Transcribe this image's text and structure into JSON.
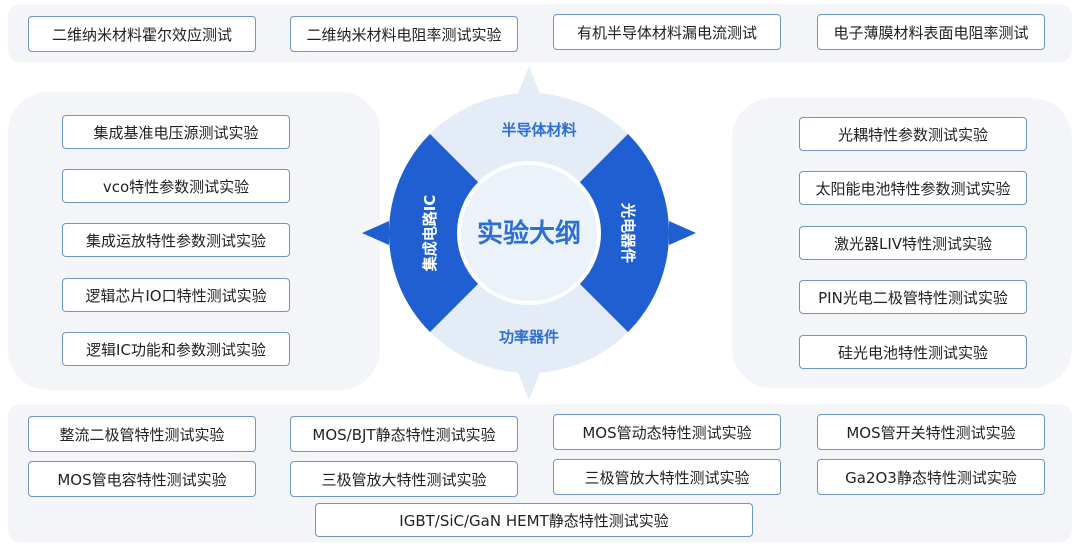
{
  "center": "实验大纲",
  "segments": {
    "top": "半导体材料",
    "bottom": "功率器件",
    "left": "集成电路IC",
    "right": "光电器件"
  },
  "materials": [
    "二维纳米材料霍尔效应测试",
    "二维纳米材料电阻率测试实验",
    "有机半导体材料漏电流测试",
    "电子薄膜材料表面电阻率测试"
  ],
  "ic": [
    "集成基准电压源测试实验",
    "vco特性参数测试实验",
    "集成运放特性参数测试实验",
    "逻辑芯片IO口特性测试实验",
    "逻辑IC功能和参数测试实验"
  ],
  "optoelectronic": [
    "光耦特性参数测试实验",
    "太阳能电池特性参数测试实验",
    "激光器LIV特性测试实验",
    "PIN光电二极管特性测试实验",
    "硅光电池特性测试实验"
  ],
  "power": [
    "整流二极管特性测试实验",
    "MOS/BJT静态特性测试实验",
    "MOS管动态特性测试实验",
    "MOS管开关特性测试实验",
    "MOS管电容特性测试实验",
    "三极管放大特性测试实验",
    "三极管放大特性测试实验",
    "Ga2O3静态特性测试实验",
    "IGBT/SiC/GaN HEMT静态特性测试实验"
  ],
  "colors": {
    "accent": "#1f5fd1",
    "accent_text": "#2d6fd3",
    "ring_light": "#e4ecf7",
    "box_border": "#6e95c4",
    "panel": "#f4f5f8"
  }
}
